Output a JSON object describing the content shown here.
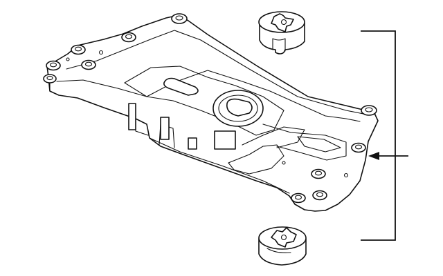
{
  "diagram": {
    "kind": "parts-illustration",
    "parts": [
      "crossmember-subframe",
      "mount-bushing-upper",
      "mount-bushing-lower"
    ],
    "callouts": [],
    "colors": {
      "line": "#111111",
      "background": "#ffffff"
    }
  }
}
